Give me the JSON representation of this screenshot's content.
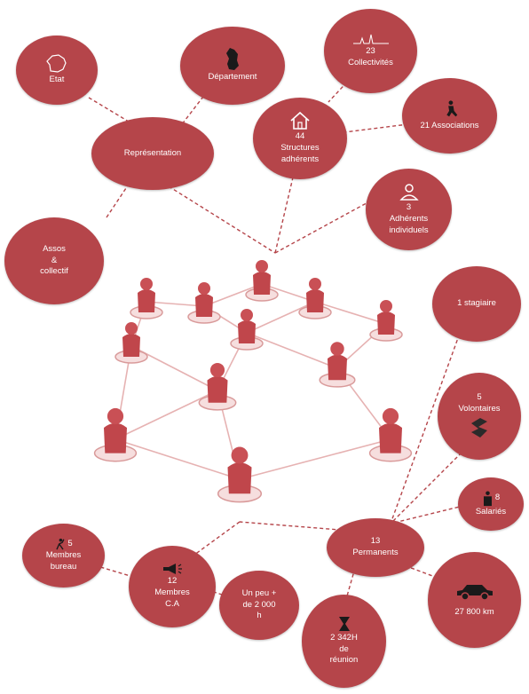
{
  "nodes": {
    "etat": {
      "label": "Etat"
    },
    "departement": {
      "label": "Département"
    },
    "collectivites": {
      "count": "23",
      "label": "Collectivités"
    },
    "representation": {
      "label": "Représentation"
    },
    "associations": {
      "count": "21",
      "label": "Associations"
    },
    "structures": {
      "count": "44",
      "label1": "Structures",
      "label2": "adhérents"
    },
    "adherents": {
      "count": "3",
      "label1": "Adhérents",
      "label2": "individuels"
    },
    "assos_collectif": {
      "line1": "Assos",
      "line2": "&",
      "line3": "collectif"
    },
    "stagiaire": {
      "label": "1 stagiaire"
    },
    "volontaires": {
      "count": "5",
      "label": "Volontaires"
    },
    "salaries": {
      "count": "8",
      "label": "Salariés"
    },
    "permanents": {
      "count": "13",
      "label": "Permanents"
    },
    "membres_bureau": {
      "count": "5",
      "label1": "Membres",
      "label2": "bureau"
    },
    "membres_ca": {
      "count": "12",
      "label1": "Membres",
      "label2": "C.A"
    },
    "un_peu": {
      "line1": "Un peu +",
      "line2": "de 2 000",
      "line3": "h"
    },
    "reunion": {
      "line1": "2 342H",
      "line2": "de",
      "line3": "réunion"
    },
    "km": {
      "label": "27 800 km"
    }
  },
  "icons": [
    "france-map-icon",
    "department-map-icon",
    "town-icon",
    "runner-icon",
    "house-icon",
    "person-icon",
    "volunteer-logo-icon",
    "businessman-icon",
    "climber-icon",
    "megaphone-icon",
    "hourglass-icon",
    "car-icon"
  ],
  "accent_color": "#b5454a"
}
